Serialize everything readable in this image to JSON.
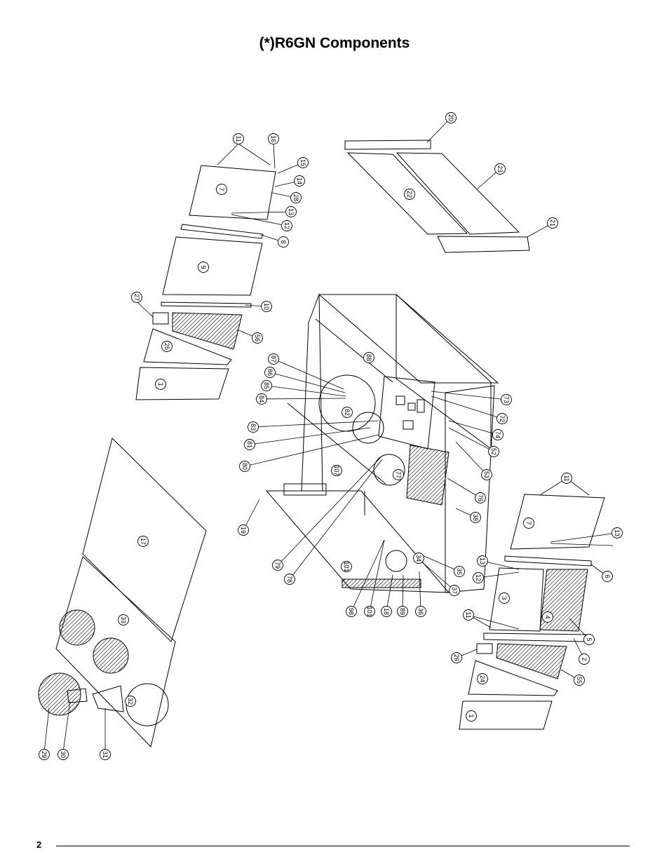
{
  "page": {
    "title": "(*)R6GN Components",
    "page_number": "2"
  },
  "callouts": [
    "1",
    "1",
    "2",
    "3",
    "4",
    "5",
    "6",
    "7",
    "7",
    "8",
    "9",
    "10",
    "11",
    "11",
    "11",
    "12",
    "12",
    "13",
    "13",
    "13",
    "14",
    "15",
    "16",
    "17",
    "18",
    "19",
    "20",
    "21",
    "22",
    "23",
    "24",
    "25",
    "26",
    "27",
    "28",
    "29",
    "30",
    "31",
    "32",
    "33",
    "34",
    "35",
    "36",
    "37",
    "38",
    "52",
    "53",
    "55",
    "56",
    "73",
    "72",
    "74",
    "76",
    "77",
    "78",
    "79",
    "80",
    "81",
    "82",
    "83",
    "84",
    "85",
    "86",
    "87",
    "88",
    "89",
    "98",
    "101",
    "101",
    "107"
  ]
}
